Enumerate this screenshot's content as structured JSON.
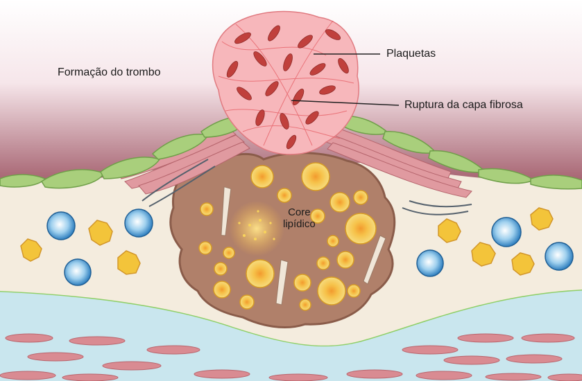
{
  "labels": {
    "thrombus": "Formação do trombo",
    "platelets": "Plaquetas",
    "cap_rupture": "Ruptura da capa fibrosa",
    "core_line1": "Core",
    "core_line2": "lipídico"
  },
  "colors": {
    "lumen_top": "#ffffff",
    "lumen_bottom": "#a5606e",
    "intima": "#f4ecde",
    "media": "#c9e6ee",
    "endothelium": "#a9cf7c",
    "core": "#b0806a",
    "smooth_muscle": "#d98b92",
    "platelet": "#c0403c",
    "foam_cell": "#f1c232",
    "monocyte": "#3f93cf"
  },
  "icons": [
    "platelet-icon",
    "foam-cell-icon",
    "monocyte-icon",
    "macrophage-icon",
    "cholesterol-crystal-icon",
    "smooth-muscle-cell-icon",
    "endothelial-cell-icon"
  ]
}
